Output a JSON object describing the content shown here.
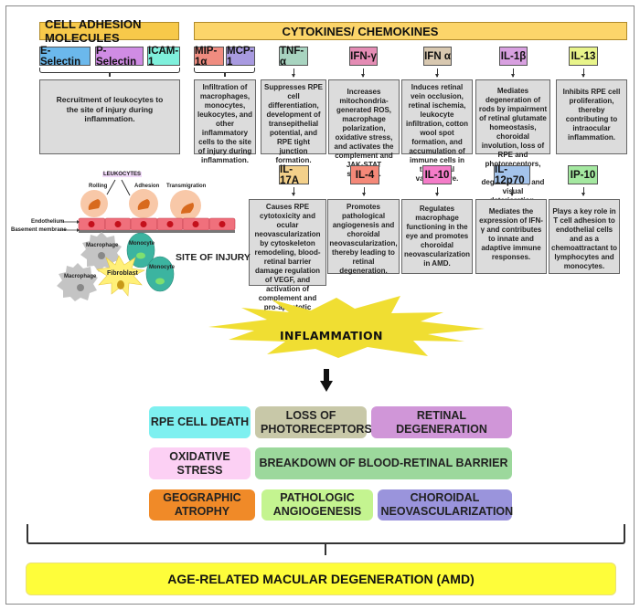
{
  "cell_adhesion": {
    "title": "CELL ADHESION MOLECULES",
    "molecules": [
      {
        "label": "E-Selectin",
        "color": "#6bb8ec"
      },
      {
        "label": "P-Selectin",
        "color": "#d08ce4"
      },
      {
        "label": "ICAM-1",
        "color": "#7ff0dc"
      }
    ],
    "description": "Recruitment of leukocytes to the site of injury during inflammation."
  },
  "cytokines": {
    "title": "CYTOKINES/ CHEMOKINES",
    "row1": [
      {
        "label": "MIP-1α",
        "color": "#ef8c80"
      },
      {
        "label": "MCP-1",
        "color": "#a89ae0"
      },
      {
        "label": "TNF-α",
        "color": "#a8d4c0",
        "description": "Suppresses RPE cell differentiation, development of transepithelial potential, and RPE tight junction formation."
      },
      {
        "label": "IFN-γ",
        "color": "#e48cb4",
        "description": "Increases mitochondria-generated ROS, macrophage polarization, oxidative stress, and activates the complement and JAK-STAT signaling."
      },
      {
        "label": "IFN α",
        "color": "#d8c8b0",
        "description": "Induces retinal vein occlusion, retinal ischemia, leukocyte infiltration, cotton wool spot formation, and accumulation of immune cells in the retinal vasculature."
      },
      {
        "label": "IL-1β",
        "color": "#d8a0e0",
        "description": "Mediates degeneration of rods by impairment of retinal glutamate homeostasis, choroidal involution, loss of RPE and photoreceptors, retinal degeneration, and visual deterioration."
      },
      {
        "label": "IL-13",
        "color": "#e8f48a",
        "description": "Inhibits RPE cell proliferation, thereby contributing to intraocular inflammation."
      }
    ],
    "mip_mcp_description": "Infiltration of macrophages, monocytes, leukocytes, and other inflammatory cells to the site of injury during inflammation.",
    "row2": [
      {
        "label": "IL-17A",
        "color": "#f3d08a",
        "description": "Causes RPE cytotoxicity and ocular neovascularization by cytoskeleton remodeling, blood-retinal barrier damage  regulation of VEGF, and activation of complement and pro-apoptotic proteins."
      },
      {
        "label": "IL-4",
        "color": "#f48878",
        "description": "Promotes pathological angiogenesis and choroidal neovascularization, thereby leading to retinal degeneration."
      },
      {
        "label": "IL-10",
        "color": "#f47cc8",
        "description": "Regulates macrophage functioning in the eye and promotes choroidal neovascularization in AMD."
      },
      {
        "label": "IL-12p70",
        "color": "#a4c4ec",
        "description": "Mediates the expression of IFN-γ and contributes to innate and adaptive immune responses."
      },
      {
        "label": "IP-10",
        "color": "#a4e8a0",
        "description": "Plays a key role in T cell adhesion to endothelial cells and as a chemoattractant to lymphocytes and monocytes."
      }
    ]
  },
  "illustration": {
    "leukocytes_label": "LEUKOCYTES",
    "rolling": "Rolling",
    "adhesion": "Adhesion",
    "transmigration": "Transmigration",
    "endothelium": "Endothelium",
    "basement_membrane": "Basement membrane",
    "macrophage": "Macrophage",
    "monocyte": "Monocyte",
    "fibroblast": "Fibroblast",
    "site_of_injury": "SITE OF INJURY"
  },
  "inflammation": "INFLAMMATION",
  "outcomes": {
    "rpe_cell_death": {
      "label": "RPE CELL DEATH",
      "color": "#7ef0f0"
    },
    "loss_of_photoreceptors": {
      "label": "LOSS OF PHOTORECEPTORS",
      "color": "#c8c8a8"
    },
    "retinal_degeneration": {
      "label": "RETINAL DEGENERATION",
      "color": "#d096d8"
    },
    "oxidative_stress": {
      "label": "OXIDATIVE STRESS",
      "color": "#fcd0f4"
    },
    "breakdown_brb": {
      "label": "BREAKDOWN OF BLOOD-RETINAL BARRIER",
      "color": "#9cd89c"
    },
    "geographic_atrophy": {
      "label": "GEOGRAPHIC ATROPHY",
      "color": "#f08a28"
    },
    "pathologic_angiogenesis": {
      "label": "PATHOLOGIC ANGIOGENESIS",
      "color": "#c4f490"
    },
    "choroidal_neovascularization": {
      "label": "CHOROIDAL NEOVASCULARIZATION",
      "color": "#9a94dc"
    }
  },
  "amd": "AGE-RELATED MACULAR DEGENERATION (AMD)"
}
